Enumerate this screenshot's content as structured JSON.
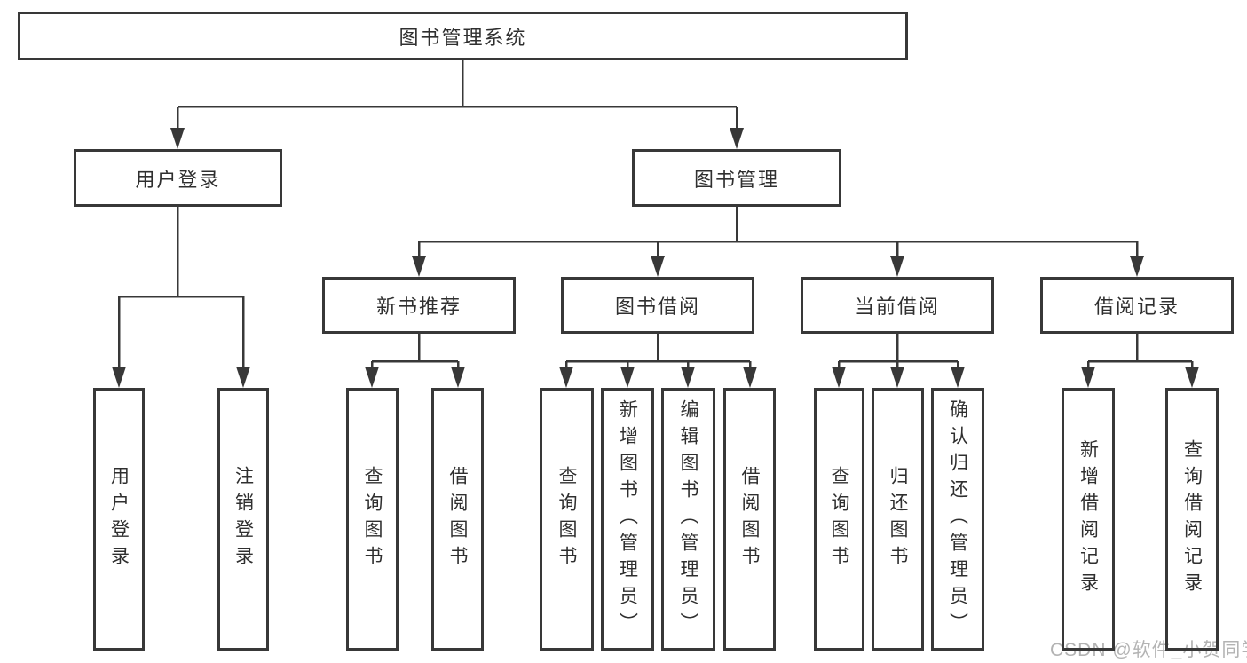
{
  "tree": {
    "label": "图书管理系统",
    "children": [
      {
        "label": "用户登录",
        "children": [
          {
            "label": "用户登录"
          },
          {
            "label": "注销登录"
          }
        ]
      },
      {
        "label": "图书管理",
        "children": [
          {
            "label": "新书推荐",
            "children": [
              {
                "label": "查询图书"
              },
              {
                "label": "借阅图书"
              }
            ]
          },
          {
            "label": "图书借阅",
            "children": [
              {
                "label": "查询图书"
              },
              {
                "label": "新增图书（管理员）"
              },
              {
                "label": "编辑图书（管理员）"
              },
              {
                "label": "借阅图书"
              }
            ]
          },
          {
            "label": "当前借阅",
            "children": [
              {
                "label": "查询图书"
              },
              {
                "label": "归还图书"
              },
              {
                "label": "确认归还（管理员）"
              }
            ]
          },
          {
            "label": "借阅记录",
            "children": [
              {
                "label": "新增借阅记录"
              },
              {
                "label": "查询借阅记录"
              }
            ]
          }
        ]
      }
    ]
  },
  "watermark": {
    "text": "CSDN @软件_小贺同学",
    "color": "#b3b3b3"
  },
  "colors": {
    "line": "#383838",
    "box_border": "#383838",
    "text": "#2f2f2f",
    "background": "#ffffff"
  }
}
